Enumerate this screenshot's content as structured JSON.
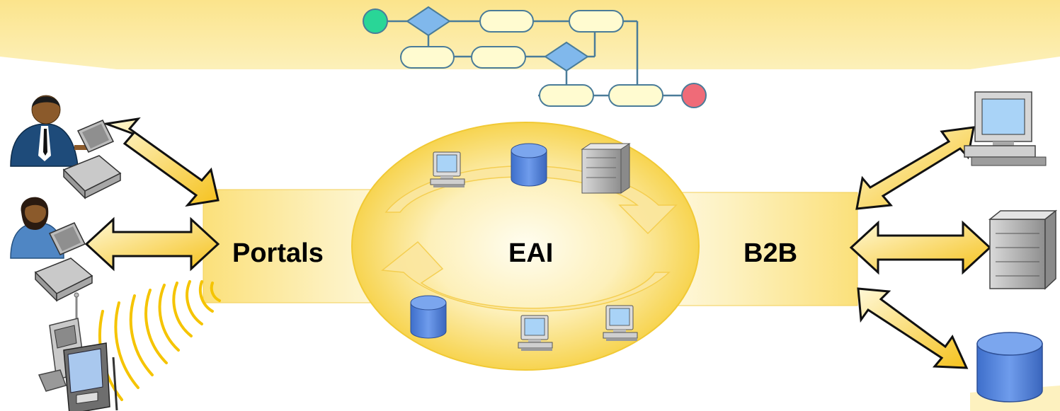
{
  "labels": {
    "portals": "Portals",
    "eai": "EAI",
    "b2b": "B2B"
  },
  "colors": {
    "background_band": "#fdf3b4",
    "box_fill": "#fbe07a",
    "ring_fill": "#f8d64c",
    "arrow_fill": "#f7c928",
    "arrow_stroke": "#111111",
    "flow_node": "#fffbd0",
    "flow_line": "#4a7c99",
    "decision": "#80b8ec",
    "start": "#29d697",
    "end": "#ef6b78",
    "database": "#4d7fd6",
    "monitor_screen": "#a9d3f7",
    "device_gray": "#b9b9b9",
    "person_suit": "#1e4b7a",
    "signal": "#f5c400"
  },
  "icons": {
    "workflow": "flowchart-icon",
    "user_male": "person-at-computer-icon",
    "user_female": "person-at-computer-icon",
    "mobile": "mobile-phone-and-pda-icon",
    "wireless": "wireless-signal-icon",
    "desktop": "desktop-computer-icon",
    "server": "server-rack-icon",
    "database": "database-cylinder-icon"
  }
}
